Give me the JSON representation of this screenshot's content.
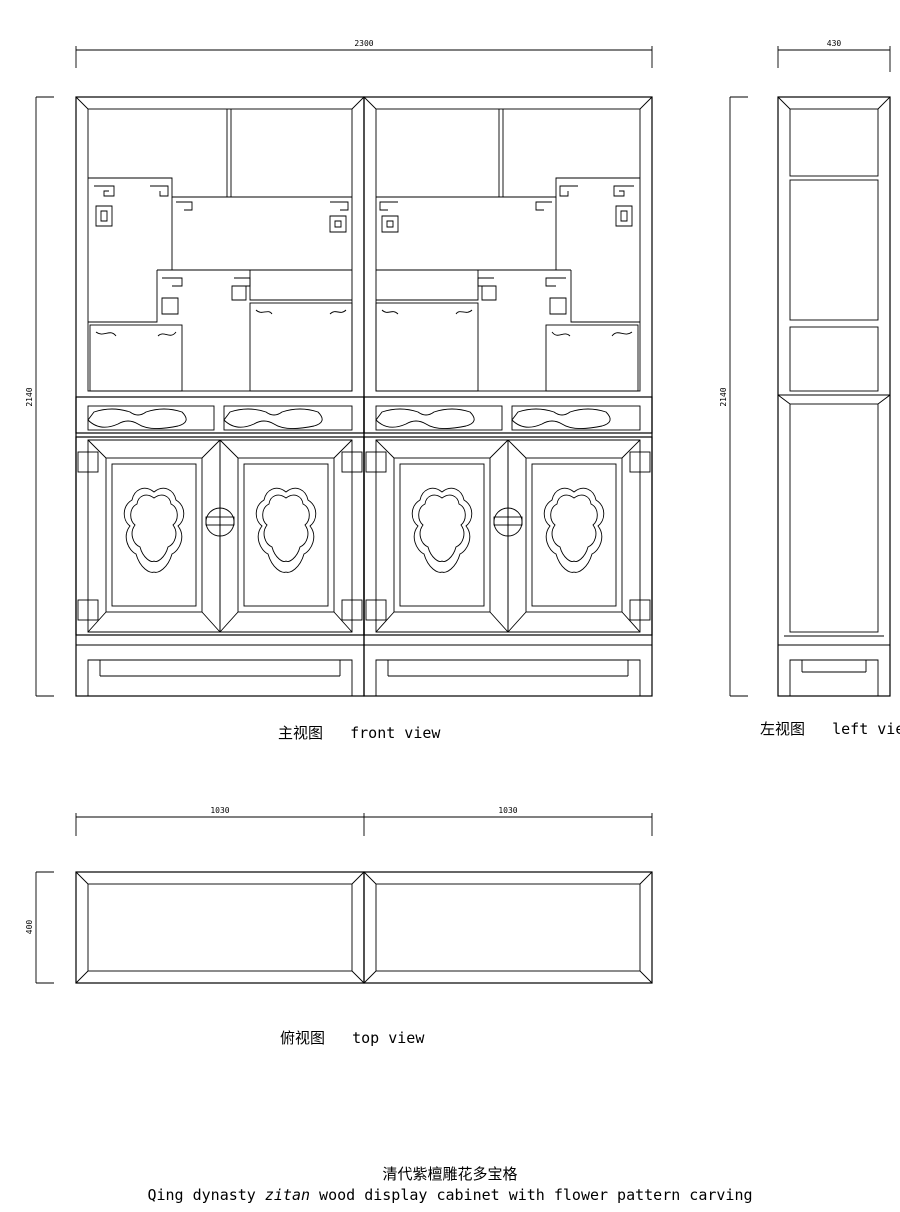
{
  "views": {
    "front": {
      "caption_cn": "主视图",
      "caption_en": "front view",
      "dim_width": "2300",
      "dim_height": "2140"
    },
    "left": {
      "caption_cn": "左视图",
      "caption_en": "left view",
      "dim_depth": "430",
      "dim_height": "2140"
    },
    "top": {
      "caption_cn": "俯视图",
      "caption_en": "top view",
      "dim_left_half": "1030",
      "dim_right_half": "1030",
      "dim_depth": "400"
    }
  },
  "title": {
    "cn": "清代紫檀雕花多宝格",
    "en_prefix": "Qing dynasty ",
    "en_italic": "zitan",
    "en_suffix": " wood display cabinet with flower pattern carving"
  }
}
